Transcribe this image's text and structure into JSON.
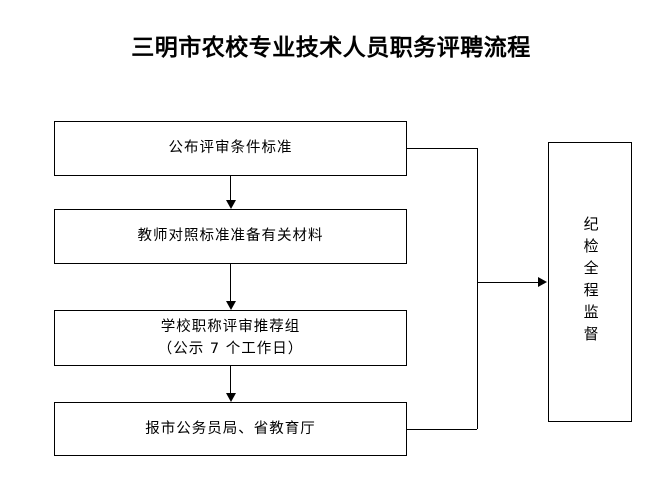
{
  "document": {
    "title": "三明市农校专业技术人员职务评聘流程"
  },
  "flowchart": {
    "type": "flowchart",
    "orientation": "vertical-with-side-lane",
    "colors": {
      "background": "#ffffff",
      "stroke": "#000000",
      "text": "#000000",
      "box_fill": "#ffffff"
    },
    "nodes": [
      {
        "id": "node-1",
        "lines": [
          "公布评审条件标准"
        ],
        "shape": "rectangle"
      },
      {
        "id": "node-2",
        "lines": [
          "教师对照标准准备有关材料"
        ],
        "shape": "rectangle"
      },
      {
        "id": "node-3",
        "lines": [
          "学校职称评审推荐组",
          "（公示 7 个工作日）"
        ],
        "shape": "rectangle"
      },
      {
        "id": "node-4",
        "lines": [
          "报市公务员局、省教育厅"
        ],
        "shape": "rectangle"
      },
      {
        "id": "node-oversight",
        "lines": [
          "纪检全程监督"
        ],
        "shape": "rectangle",
        "text_direction": "vertical"
      }
    ],
    "edges": [
      {
        "from": "node-1",
        "to": "node-2",
        "style": "arrow-down"
      },
      {
        "from": "node-2",
        "to": "node-3",
        "style": "arrow-down"
      },
      {
        "from": "node-3",
        "to": "node-4",
        "style": "arrow-down"
      },
      {
        "from": "node-1,node-4",
        "to": "node-oversight",
        "style": "bracket-arrow-right"
      }
    ]
  }
}
